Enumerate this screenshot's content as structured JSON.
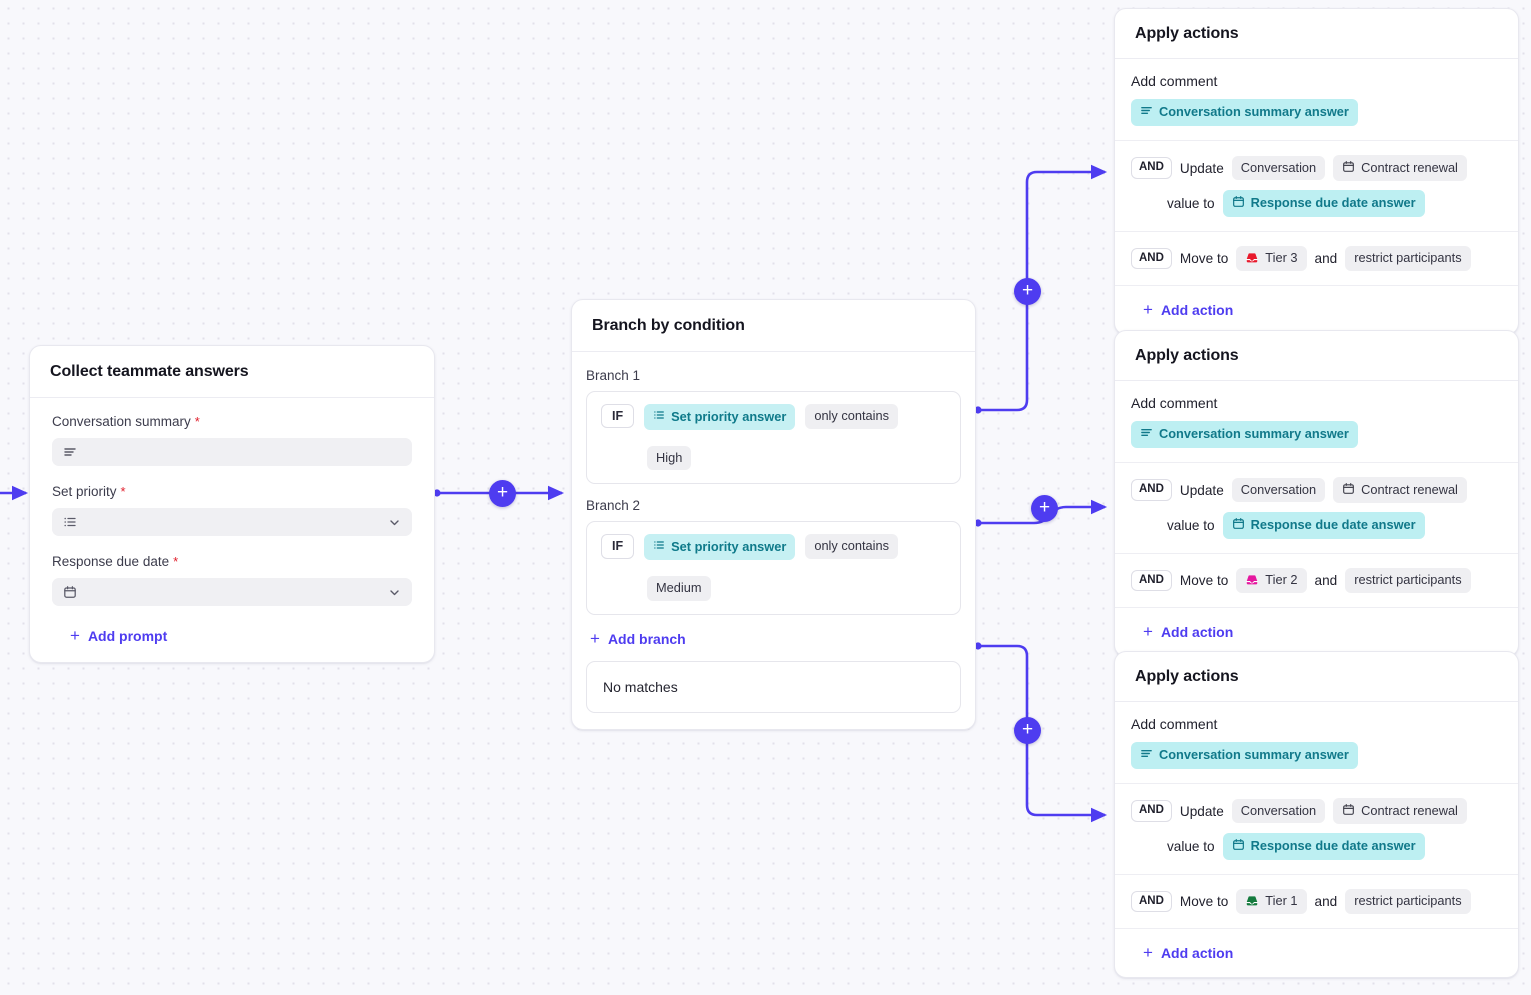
{
  "canvas": {
    "accent": "#4e3cf0",
    "teal_pill_bg": "#c6f0f3",
    "teal_pill_text": "#0f7a8a",
    "grey_pill_bg": "#efeff2",
    "required_marker": "*"
  },
  "collect_card": {
    "title": "Collect teammate answers",
    "fields": [
      {
        "label": "Conversation summary",
        "required": "*",
        "icon": "text-lines-icon",
        "has_chevron": false
      },
      {
        "label": "Set priority",
        "required": "*",
        "icon": "list-icon",
        "has_chevron": true
      },
      {
        "label": "Response due date",
        "required": "*",
        "icon": "calendar-icon",
        "has_chevron": true
      }
    ],
    "add_prompt_label": "Add prompt",
    "add_prompt_glyph": "+"
  },
  "branch_card": {
    "title": "Branch by condition",
    "branches": [
      {
        "name": "Branch 1",
        "if_label": "IF",
        "subject": "Set priority answer",
        "subject_icon": "list-icon",
        "operator": "only contains",
        "value": "High"
      },
      {
        "name": "Branch 2",
        "if_label": "IF",
        "subject": "Set priority answer",
        "subject_icon": "list-icon",
        "operator": "only contains",
        "value": "Medium"
      }
    ],
    "add_branch_label": "Add branch",
    "add_branch_glyph": "+",
    "no_matches_label": "No matches"
  },
  "apply_panels": [
    {
      "title": "Apply actions",
      "comment_label": "Add comment",
      "comment_pill": "Conversation summary answer",
      "comment_pill_icon": "text-lines-icon",
      "update": {
        "and": "AND",
        "verb": "Update",
        "object": "Conversation",
        "attribute": "Contract renewal",
        "attribute_icon": "calendar-icon",
        "value_to_label": "value to",
        "value_pill": "Response due date answer",
        "value_pill_icon": "calendar-icon"
      },
      "move": {
        "and": "AND",
        "verb": "Move to",
        "target": "Tier 3",
        "target_icon": "inbox-icon",
        "target_color": "#e8192c",
        "conjunction": "and",
        "extra": "restrict participants"
      },
      "add_action_label": "Add action",
      "add_action_glyph": "+"
    },
    {
      "title": "Apply actions",
      "comment_label": "Add comment",
      "comment_pill": "Conversation summary answer",
      "comment_pill_icon": "text-lines-icon",
      "update": {
        "and": "AND",
        "verb": "Update",
        "object": "Conversation",
        "attribute": "Contract renewal",
        "attribute_icon": "calendar-icon",
        "value_to_label": "value to",
        "value_pill": "Response due date answer",
        "value_pill_icon": "calendar-icon"
      },
      "move": {
        "and": "AND",
        "verb": "Move to",
        "target": "Tier 2",
        "target_icon": "inbox-icon",
        "target_color": "#e5189f",
        "conjunction": "and",
        "extra": "restrict participants"
      },
      "add_action_label": "Add action",
      "add_action_glyph": "+"
    },
    {
      "title": "Apply actions",
      "comment_label": "Add comment",
      "comment_pill": "Conversation summary answer",
      "comment_pill_icon": "text-lines-icon",
      "update": {
        "and": "AND",
        "verb": "Update",
        "object": "Conversation",
        "attribute": "Contract renewal",
        "attribute_icon": "calendar-icon",
        "value_to_label": "value to",
        "value_pill": "Response due date answer",
        "value_pill_icon": "calendar-icon"
      },
      "move": {
        "and": "AND",
        "verb": "Move to",
        "target": "Tier 1",
        "target_icon": "inbox-icon",
        "target_color": "#147a3d",
        "conjunction": "and",
        "extra": "restrict participants"
      },
      "add_action_label": "Add action",
      "add_action_glyph": "+"
    }
  ],
  "connectors": {
    "plus_glyph": "+",
    "nodes": [
      "add-step-main",
      "add-step-branch-1",
      "add-step-branch-2",
      "add-step-no-match"
    ]
  }
}
